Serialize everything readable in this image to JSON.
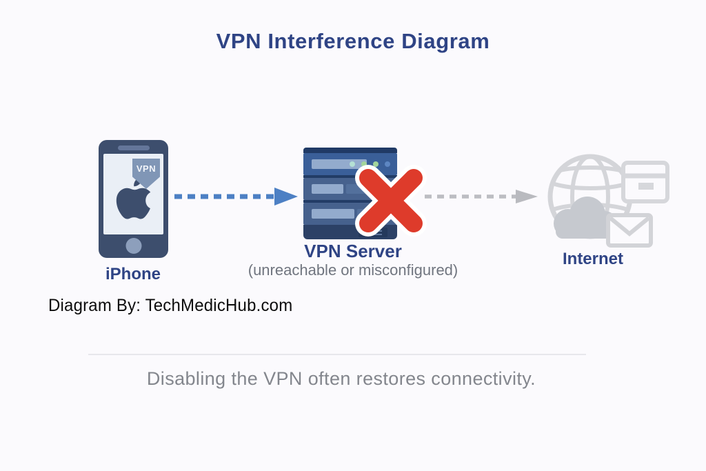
{
  "title": "VPN Interference Diagram",
  "diagram": {
    "iphone": {
      "label": "iPhone",
      "badge": "VPN"
    },
    "vpn_server": {
      "label": "VPN Server",
      "sublabel": "(unreachable or misconfigured)"
    },
    "internet": {
      "label": "Internet"
    }
  },
  "credit": "Diagram By: TechMedicHub.com",
  "caption": "Disabling the VPN often restores connectivity.",
  "colors": {
    "heading_navy": "#2f4485",
    "arrow_blue": "#4d80c4",
    "arrow_gray": "#bcbdc2",
    "error_red": "#de3b2b",
    "phone_body": "#3d4e6d",
    "server_blue": "#3a5f99",
    "icon_gray": "#d4d5d9",
    "sublabel_gray": "#70757f",
    "caption_gray": "#83868d"
  }
}
